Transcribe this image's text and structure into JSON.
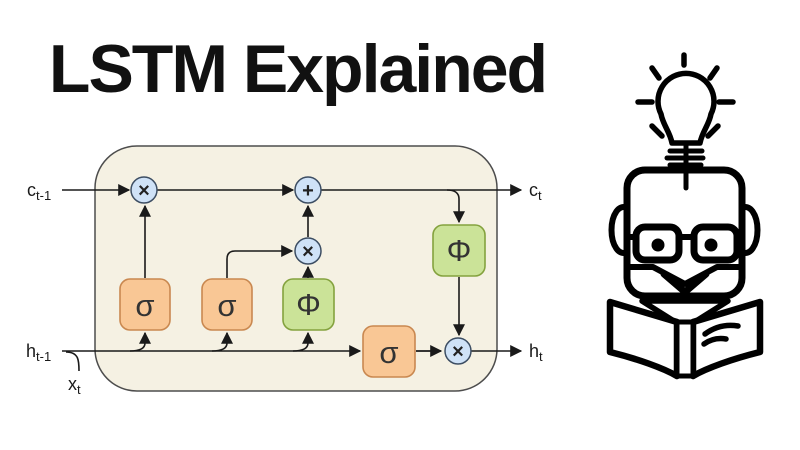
{
  "title": "LSTM Explained",
  "colors": {
    "page_background": "#FFFFFF",
    "cell_background": "#F5F1E3",
    "cell_border": "#4D4D4D",
    "sigma_gate_fill": "#F9C795",
    "sigma_gate_border": "#C98850",
    "phi_gate_fill": "#CBE398",
    "phi_gate_border": "#84A23E",
    "operator_fill": "#CFE2F7",
    "operator_border": "#3D4E63",
    "line_color": "#1A1A1A",
    "icon_color": "#000000"
  },
  "diagram": {
    "gates": [
      {
        "id": "forget-gate",
        "symbol": "σ"
      },
      {
        "id": "input-gate",
        "symbol": "σ"
      },
      {
        "id": "candidate-activation",
        "symbol": "Φ"
      },
      {
        "id": "output-gate",
        "symbol": "σ"
      },
      {
        "id": "output-activation",
        "symbol": "Φ"
      }
    ],
    "operators": [
      {
        "id": "forget-multiply",
        "symbol": "×"
      },
      {
        "id": "cell-add",
        "symbol": "+"
      },
      {
        "id": "input-multiply",
        "symbol": "×"
      },
      {
        "id": "output-multiply",
        "symbol": "×"
      }
    ],
    "labels": {
      "cell_state_in": {
        "base": "c",
        "sub": "t-1"
      },
      "cell_state_out": {
        "base": "c",
        "sub": "t"
      },
      "hidden_state_in": {
        "base": "h",
        "sub": "t-1"
      },
      "hidden_state_out": {
        "base": "h",
        "sub": "t"
      },
      "input": {
        "base": "x",
        "sub": "t"
      }
    }
  },
  "icon": {
    "name": "robot-reading-book-with-lightbulb-icon"
  }
}
